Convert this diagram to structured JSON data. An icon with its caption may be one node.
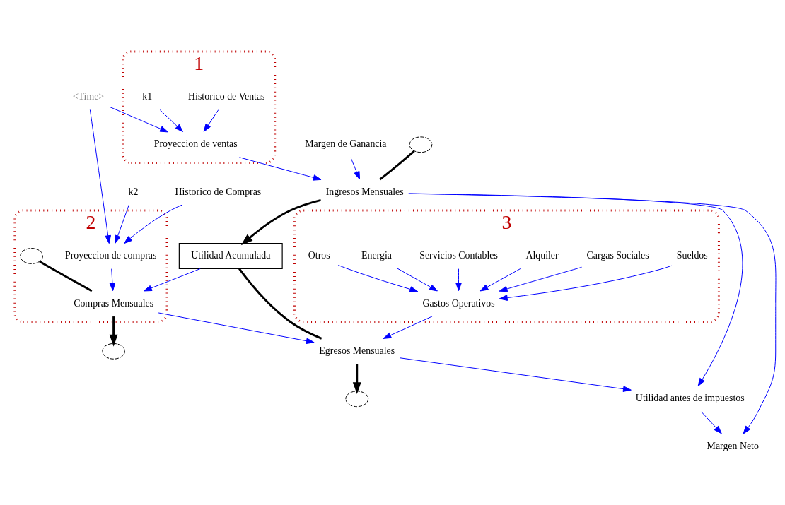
{
  "diagram": {
    "nodes": [
      {
        "text": [
          "1"
        ]
      },
      {
        "text": [
          "Historico de Ventas"
        ],
        "in": 0
      },
      {
        "text": [
          "k1"
        ],
        "in": 0
      },
      {
        "text": [
          "Proyeccion de ventas"
        ],
        "in": 0
      },
      {
        "text": [
          "<Time>"
        ]
      },
      {
        "text": [
          "k2"
        ]
      },
      {
        "text": [
          "Historico de Compras"
        ]
      },
      {
        "text": [
          "2"
        ]
      },
      {
        "text": [
          "Proyeccion de compras"
        ],
        "in": 7
      },
      {
        "text": [],
        "shape": "cloud",
        "in": 7
      },
      {
        "text": [
          "Compras Mensuales"
        ],
        "in": 7
      },
      {
        "text": [],
        "shape": "cloud"
      },
      {
        "text": [
          "Utilidad Acumulada"
        ]
      },
      {
        "text": [
          "3"
        ]
      },
      {
        "text": [
          "Gastos Operativos"
        ],
        "in": 13
      },
      {
        "text": [
          "Sueldos"
        ],
        "in": 13
      },
      {
        "text": [
          "Cargas Sociales"
        ],
        "in": 13
      },
      {
        "text": [
          "Alquiler"
        ],
        "in": 13
      },
      {
        "text": [
          "Servicios Contables"
        ],
        "in": 13
      },
      {
        "text": [
          "Energia"
        ],
        "in": 13
      },
      {
        "text": [
          "Otros"
        ],
        "in": 13
      },
      {
        "text": [
          "Margen de Ganancia"
        ]
      },
      {
        "text": [],
        "shape": "cloud"
      },
      {
        "text": [
          "Ingresos Mensuales"
        ]
      },
      {
        "text": [
          "Egresos Mensuales"
        ]
      },
      {
        "text": [],
        "shape": "cloud"
      },
      {
        "text": [
          "Margen Neto"
        ]
      },
      {
        "text": [
          "Utilidad antes de impuestos"
        ]
      }
    ],
    "edges": [
      {
        "from": 1,
        "to": 3,
        "arrow": "to"
      },
      {
        "from": 2,
        "to": 3,
        "arrow": "to"
      },
      {
        "from": 4,
        "to": 3,
        "arrow": "to"
      },
      {
        "from": 4,
        "to": 8,
        "arrow": "to"
      },
      {
        "from": 5,
        "to": 8,
        "arrow": "to"
      },
      {
        "from": 6,
        "to": 8,
        "arrow": "to"
      },
      {
        "from": 8,
        "to": 10,
        "arrow": "to"
      },
      {
        "from": 9,
        "to": 10,
        "arrow": "none",
        "style": "thick",
        "color": "#000000"
      },
      {
        "from": 10,
        "to": 11,
        "arrow": "to",
        "style": "thick",
        "color": "#000000"
      },
      {
        "from": 3,
        "to": 23,
        "arrow": "to"
      },
      {
        "from": 21,
        "to": 23,
        "arrow": "to"
      },
      {
        "from": 22,
        "to": 23,
        "arrow": "none",
        "style": "thick",
        "color": "#000000"
      },
      {
        "from": 23,
        "to": 12,
        "arrow": "to",
        "style": "thick",
        "color": "#000000"
      },
      {
        "from": 12,
        "to": 24,
        "arrow": "none",
        "style": "thick",
        "color": "#000000"
      },
      {
        "from": 24,
        "to": 25,
        "arrow": "to",
        "style": "thick",
        "color": "#000000"
      },
      {
        "from": 12,
        "to": 10,
        "arrow": "to"
      },
      {
        "from": 10,
        "to": 24,
        "arrow": "to"
      },
      {
        "from": 15,
        "to": 14,
        "arrow": "to"
      },
      {
        "from": 16,
        "to": 14,
        "arrow": "to"
      },
      {
        "from": 17,
        "to": 14,
        "arrow": "to"
      },
      {
        "from": 18,
        "to": 14,
        "arrow": "to"
      },
      {
        "from": 19,
        "to": 14,
        "arrow": "to"
      },
      {
        "from": 20,
        "to": 14,
        "arrow": "to"
      },
      {
        "from": 14,
        "to": 24,
        "arrow": "to"
      },
      {
        "from": 23,
        "to": 26,
        "arrow": "to"
      },
      {
        "from": 23,
        "to": 27,
        "arrow": "to"
      },
      {
        "from": 24,
        "to": 27,
        "arrow": "to"
      },
      {
        "from": 27,
        "to": 26,
        "arrow": "to"
      }
    ]
  }
}
